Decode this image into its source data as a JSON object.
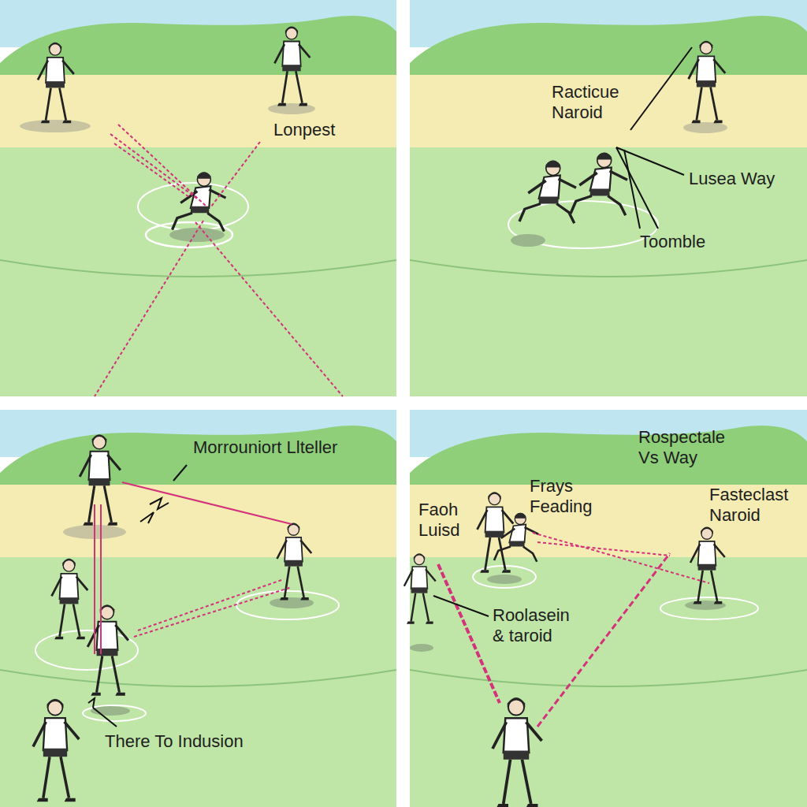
{
  "diagram": {
    "labels": [
      "Lonpest",
      "Racticue Naroid",
      "Lusea Way",
      "Toomble",
      "Morrouniort Llteller",
      "There To Indusion",
      "Rospectale Vs Way",
      "Frays Feading",
      "Faoh Luisd",
      "Fasteclast Naroid",
      "Roolasein & taroid"
    ]
  }
}
